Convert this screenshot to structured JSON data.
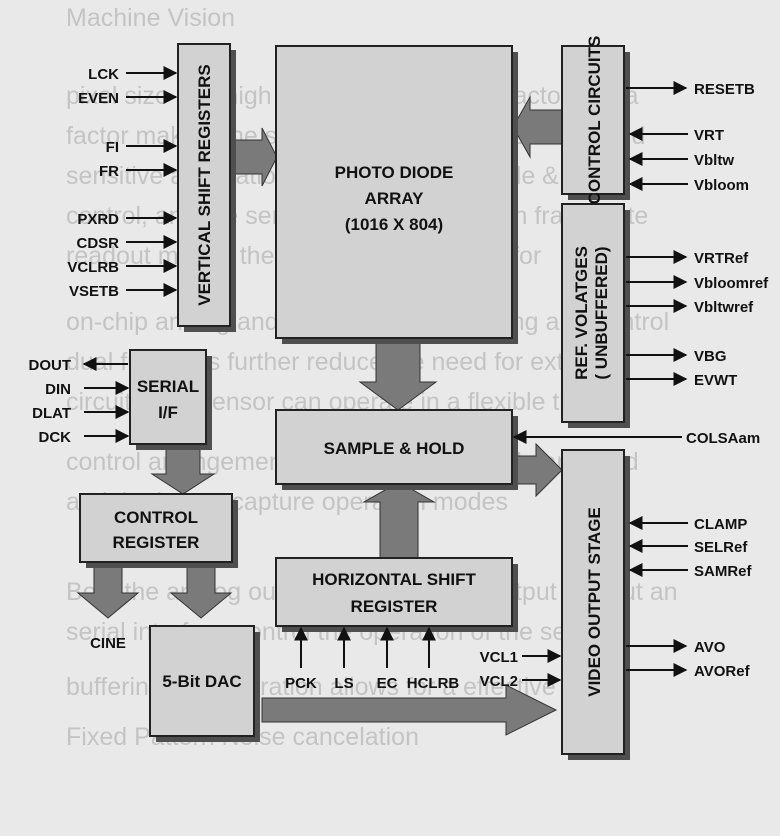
{
  "background_text": [
    "Machine Vision",
    "pixel size and high resolution is the key factor and a",
    "factor making the sensor well suited for low light and",
    "sensitive applications. The on-chip sample & hold",
    "control, and the sensor operates at a high frame rate",
    "readout modes the sensor is well suited for",
    "on-chip analog and digital blocks for timing and control",
    "dual functions further reduce the need for external",
    "circuits, the sensor can operate in a flexible timing",
    "control arrangement on the analog sample and hold",
    "and the image capture operation modes",
    "Both the analog output and the digital output without an",
    "serial interface control the operation of the sensor",
    "buffering, the operation allows for a effective",
    "Fixed Pattern Noise cancelation"
  ],
  "blocks": {
    "vsr": "VERTICAL SHIFT REGISTERS",
    "photo_line1": "PHOTO DIODE",
    "photo_line2": "ARRAY",
    "photo_line3": "(1016 X 804)",
    "control_circuits": "CONTROL CIRCUITS",
    "ref_line1": "REF. VOLATGES",
    "ref_line2": "( UNBUFFERED)",
    "serial_line1": "SERIAL",
    "serial_line2": "I/F",
    "sample_hold": "SAMPLE & HOLD",
    "control_reg_line1": "CONTROL",
    "control_reg_line2": "REGISTER",
    "hsr_line1": "HORIZONTAL SHIFT",
    "hsr_line2": "REGISTER",
    "dac": "5-Bit DAC",
    "video_output": "VIDEO OUTPUT STAGE"
  },
  "signals": {
    "vsr_inputs": [
      "LCK",
      "EVEN",
      "FI",
      "FR",
      "PXRD",
      "CDSR",
      "VCLRB",
      "VSETB"
    ],
    "control_out": "RESETB",
    "control_inputs": [
      "VRT",
      "Vbltw",
      "Vbloom"
    ],
    "ref_outputs": [
      "VRTRef",
      "Vbloomref",
      "Vbltwref",
      "VBG",
      "EVWT"
    ],
    "serial_out": "DOUT",
    "serial_inputs": [
      "DIN",
      "DLAT",
      "DCK"
    ],
    "colsaam": "COLSAam",
    "video_inputs": [
      "CLAMP",
      "SELRef",
      "SAMRef"
    ],
    "video_outputs": [
      "AVO",
      "AVORef"
    ],
    "hsr_inputs": [
      "PCK",
      "LS",
      "EC",
      "HCLRB"
    ],
    "vcl_inputs": [
      "VCL1",
      "VCL2"
    ],
    "cine": "CINE"
  },
  "colors": {
    "block_fill": "#d2d2d2",
    "block_stroke": "#222222",
    "shadow": "#4f4f4f",
    "arrow": "#7a7a7a",
    "ink": "#111111",
    "background": "#e9e9e9",
    "faded_text": "#c4c4c4"
  }
}
